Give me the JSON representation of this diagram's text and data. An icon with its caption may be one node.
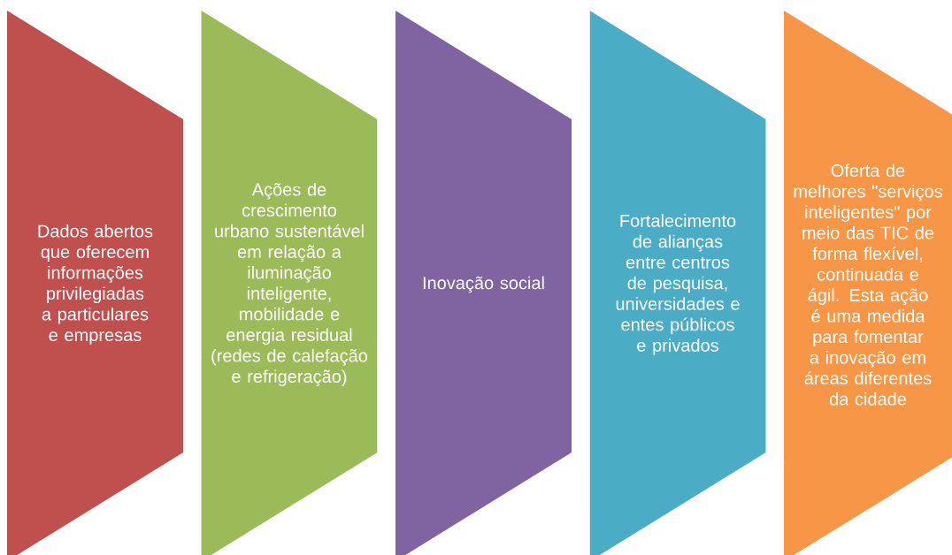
{
  "diagram": {
    "nodes": [
      {
        "text": [
          "Dados abertos que oferecem informações privilegiadas a particulares e empresas"
        ]
      },
      {
        "text": [
          "Ações de crescimento urbano sustentável em relação a iluminação inteligente, mobilidade  e energia residual (redes de calefação e refrigeração)"
        ]
      },
      {
        "text": [
          "Inovação social"
        ]
      },
      {
        "text": [
          "Fortalecimento de alianças entre centros de pesquisa, universidades e entes públicos e privados"
        ]
      },
      {
        "text": [
          "Oferta de melhores \"serviços inteligentes\"  por meio das TIC de forma flexível, continuada e ágil. Esta ação é uma medida para fomentar a inovação em áreas diferentes da cidade"
        ]
      }
    ]
  }
}
